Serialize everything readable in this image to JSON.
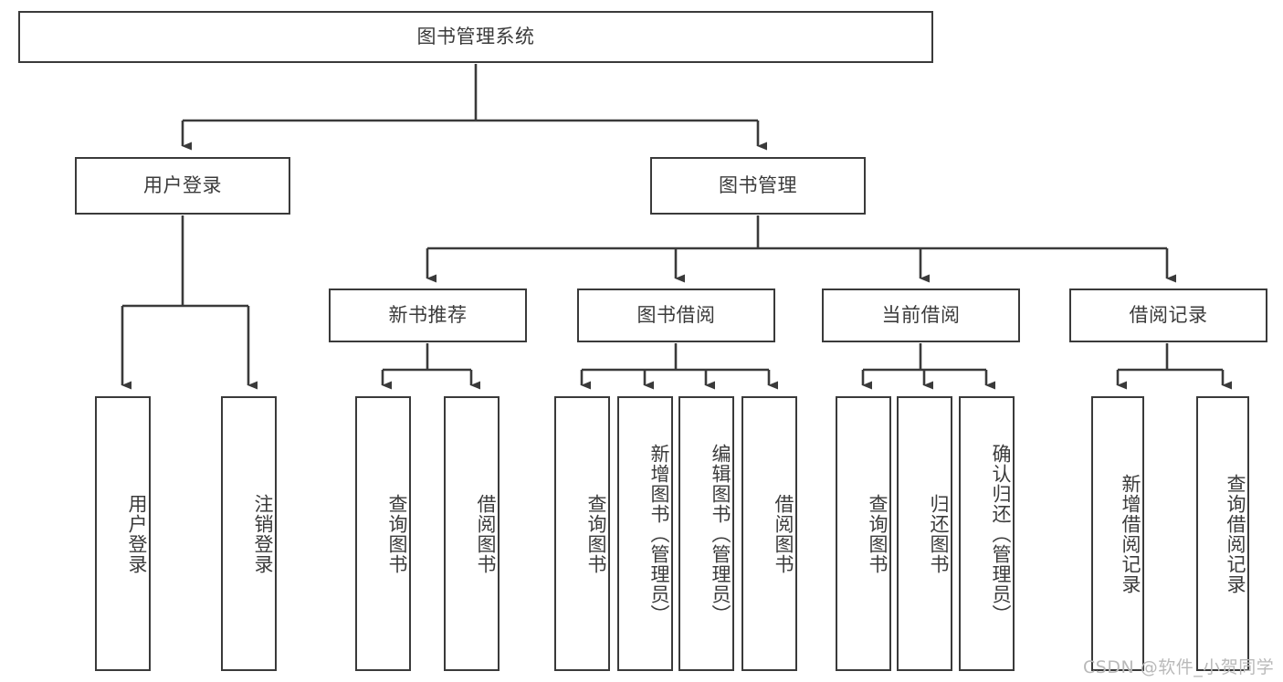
{
  "diagram": {
    "type": "tree-hierarchy-chart",
    "title": "图书管理系统",
    "stroke_color": "#3a3a3a",
    "text_color": "#3b3b3b",
    "background_color": "#ffffff",
    "levels": {
      "root": {
        "label": "图书管理系统"
      },
      "level2": [
        {
          "id": "user-login",
          "label": "用户登录"
        },
        {
          "id": "book-management",
          "label": "图书管理"
        }
      ],
      "level3": [
        {
          "id": "new-book-recommend",
          "label": "新书推荐",
          "parent": "book-management"
        },
        {
          "id": "book-borrow",
          "label": "图书借阅",
          "parent": "book-management"
        },
        {
          "id": "current-borrow",
          "label": "当前借阅",
          "parent": "book-management"
        },
        {
          "id": "borrow-record",
          "label": "借阅记录",
          "parent": "book-management"
        }
      ],
      "leaves": {
        "user-login": [
          {
            "id": "leaf-user-login",
            "label": "用户登录"
          },
          {
            "id": "leaf-logout-login",
            "label": "注销登录"
          }
        ],
        "new-book-recommend": [
          {
            "id": "leaf-query-book-1",
            "label": "查询图书"
          },
          {
            "id": "leaf-borrow-book-1",
            "label": "借阅图书"
          }
        ],
        "book-borrow": [
          {
            "id": "leaf-query-book-2",
            "label": "查询图书"
          },
          {
            "id": "leaf-add-book",
            "label": "新增图书（管理员）"
          },
          {
            "id": "leaf-edit-book",
            "label": "编辑图书（管理员）"
          },
          {
            "id": "leaf-borrow-book-2",
            "label": "借阅图书"
          }
        ],
        "current-borrow": [
          {
            "id": "leaf-query-book-3",
            "label": "查询图书"
          },
          {
            "id": "leaf-return-book",
            "label": "归还图书"
          },
          {
            "id": "leaf-confirm-return",
            "label": "确认归还（管理员）"
          }
        ],
        "borrow-record": [
          {
            "id": "leaf-add-record",
            "label": "新增借阅记录"
          },
          {
            "id": "leaf-query-record",
            "label": "查询借阅记录"
          }
        ]
      }
    }
  },
  "watermark": {
    "text": "CSDN @软件_小贺同学",
    "color": "#b9b9b9"
  }
}
